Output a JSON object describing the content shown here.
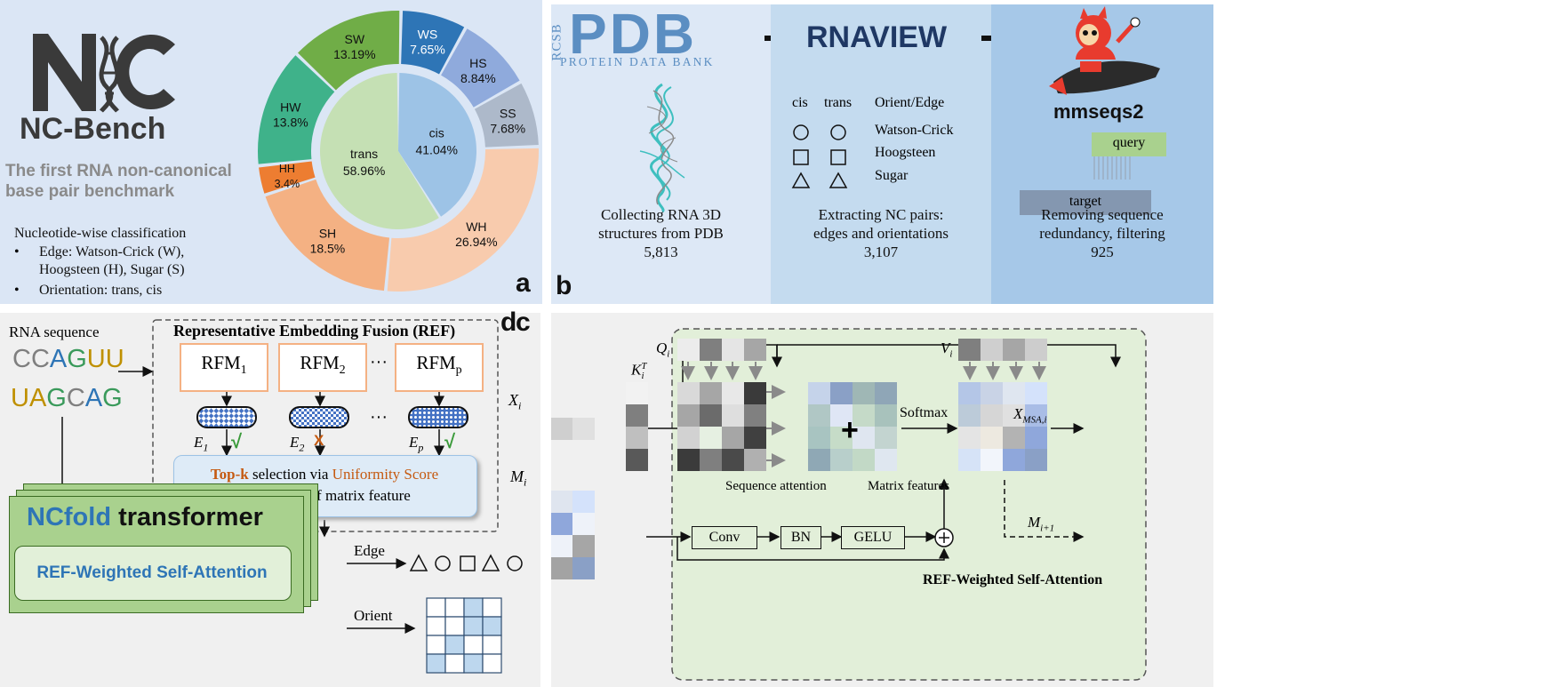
{
  "panel_a": {
    "label": "a",
    "logo_text": "NC-Bench",
    "tagline_line1": "The first RNA non-canonical",
    "tagline_line2": "base pair benchmark",
    "classification_title": "Nucleotide-wise classification",
    "bullet1_line1": "Edge: Watson-Crick (W),",
    "bullet1_line2": "Hoogsteen (H), Sugar (S)",
    "bullet2": "Orientation: trans, cis",
    "inner_ring": [
      {
        "name": "cis",
        "pct": "41.04%",
        "value": 41.04,
        "color": "#9dc3e6"
      },
      {
        "name": "trans",
        "pct": "58.96%",
        "value": 58.96,
        "color": "#c5e0b4"
      }
    ],
    "outer_ring": [
      {
        "name": "WS",
        "pct": "7.65%",
        "value": 7.65,
        "color": "#2e75b6",
        "text_color": "#ffffff"
      },
      {
        "name": "HS",
        "pct": "8.84%",
        "value": 8.84,
        "color": "#8faadc",
        "text_color": "#111111"
      },
      {
        "name": "SS",
        "pct": "7.68%",
        "value": 7.68,
        "color": "#adb9ca",
        "text_color": "#111111"
      },
      {
        "name": "WH",
        "pct": "26.94%",
        "value": 26.94,
        "color": "#f8cbad",
        "text_color": "#111111"
      },
      {
        "name": "SH",
        "pct": "18.5%",
        "value": 18.5,
        "color": "#f4b183",
        "text_color": "#111111"
      },
      {
        "name": "HH",
        "pct": "3.4%",
        "value": 3.4,
        "color": "#ed7d31",
        "text_color": "#111111"
      },
      {
        "name": "HW",
        "pct": "13.8%",
        "value": 13.8,
        "color": "#3fb28a",
        "text_color": "#111111"
      },
      {
        "name": "SW",
        "pct": "13.19%",
        "value": 13.19,
        "color": "#70ad47",
        "text_color": "#111111"
      }
    ]
  },
  "panel_b": {
    "label": "b",
    "rcsb": "RCSB",
    "pdb": "PDB",
    "pdb_subtitle": "PROTEIN DATA BANK",
    "rnaview": "RNAVIEW",
    "mmseqs": "mmseqs2",
    "col_cis": "cis",
    "col_trans": "trans",
    "col_orient": "Orient/Edge",
    "row_wc": "Watson-Crick",
    "row_h": "Hoogsteen",
    "row_s": "Sugar",
    "query": "query",
    "target": "target",
    "step1_line1": "Collecting RNA 3D",
    "step1_line2": "structures from PDB",
    "step1_count": "5,813",
    "step2_line1": "Extracting NC pairs:",
    "step2_line2": "edges and orientations",
    "step2_count": "3,107",
    "step3_line1": "Removing sequence",
    "step3_line2": "redundancy, filtering",
    "step3_count": "925"
  },
  "panel_c": {
    "label": "c",
    "rna_seq_label": "RNA sequence",
    "seq_line1": [
      {
        "ch": "CC",
        "color": "#7f7f7f"
      },
      {
        "ch": "A",
        "color": "#2e75b6"
      },
      {
        "ch": "G",
        "color": "#3a9a5b"
      },
      {
        "ch": "UU",
        "color": "#bf9000"
      }
    ],
    "seq_line2": [
      {
        "ch": "UA",
        "color": "#bf9000"
      },
      {
        "ch": "G",
        "color": "#3a9a5b"
      },
      {
        "ch": "C",
        "color": "#7f7f7f"
      },
      {
        "ch": "A",
        "color": "#2e75b6"
      },
      {
        "ch": "G",
        "color": "#3a9a5b"
      }
    ],
    "ref_title": "Representative Embedding Fusion (REF)",
    "rfm_base": "RFM",
    "rfm_subs": [
      "1",
      "2",
      "p"
    ],
    "ellipsis": "···",
    "e_base": "E",
    "e_subs": [
      "1",
      "2",
      "p"
    ],
    "e_marks": [
      "√",
      "X",
      "√"
    ],
    "topk": "Top-k",
    "selection_mid": " selection via ",
    "uniformity": "Uniformity Score",
    "fusion_line": "and Fusion of matrix feature",
    "ncfold": "NCfold",
    "transformer": " transformer",
    "ref_attention": "REF-Weighted Self-Attention",
    "edge_label": "Edge",
    "orient_label": "Orient",
    "orient_grid_filled": [
      [
        0,
        2
      ],
      [
        1,
        2
      ],
      [
        1,
        3
      ],
      [
        2,
        1
      ],
      [
        3,
        0
      ],
      [
        3,
        2
      ]
    ]
  },
  "panel_d": {
    "label": "d",
    "x_label": "X",
    "x_sub": "i",
    "m_label": "M",
    "m_sub": "i",
    "k_label": "K",
    "k_sub": "i",
    "k_sup": "T",
    "q_label": "Q",
    "q_sub": "i",
    "v_label": "V",
    "v_sub": "i",
    "conv": "Conv",
    "bn": "BN",
    "gelu": "GELU",
    "seq_attention": "Sequence attention",
    "matrix_features": "Matrix features",
    "softmax": "Softmax",
    "out_label": "X",
    "out_sub": "MSA,i",
    "mnext_label": "M",
    "mnext_sub": "i+1",
    "ref_label": "REF-Weighted Self-Attention"
  }
}
